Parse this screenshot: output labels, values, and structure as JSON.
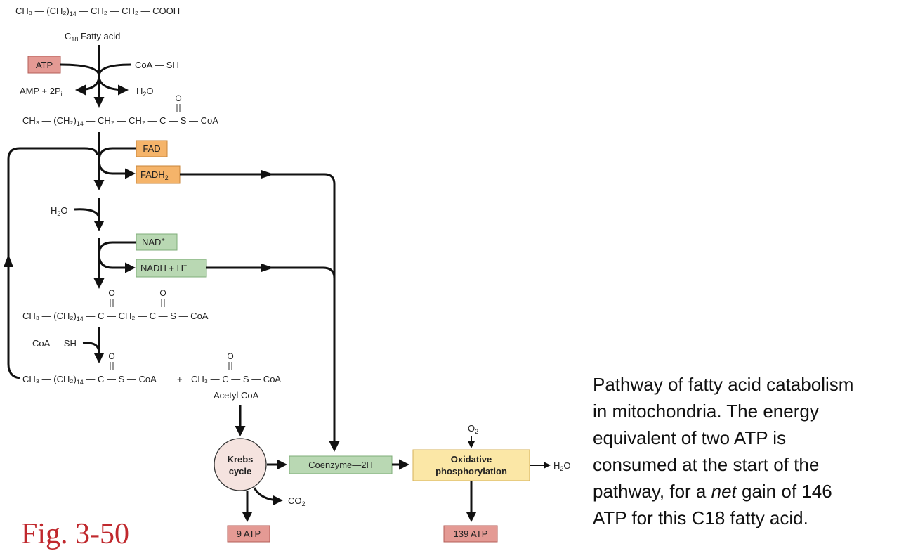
{
  "diagram": {
    "fatty_acid_formula": {
      "ch3": "CH₃ — (CH₂)",
      "n": "14",
      "tail": " — CH₂ — CH₂ — COOH"
    },
    "fatty_acid_label": {
      "c": "C",
      "sub": "18",
      "rest": " Fatty acid"
    },
    "atp_box": "ATP",
    "coa_sh_1": "CoA — SH",
    "amp_2pi": {
      "main": "AMP + 2P",
      "sub": "i"
    },
    "h2o_1": {
      "h": "H",
      "sub": "2",
      "o": "O"
    },
    "acyl_coa": {
      "a": "CH₃ — (CH₂)",
      "n": "14",
      "b": " — CH₂ — CH₂ — C — S — CoA"
    },
    "fad": "FAD",
    "fadh2": {
      "main": "FADH",
      "sub": "2"
    },
    "h2o_2": {
      "h": "H",
      "sub": "2",
      "o": "O"
    },
    "nad": {
      "main": "NAD",
      "sup": "+"
    },
    "nadh": {
      "main": "NADH + H",
      "sup": "+"
    },
    "ketoacyl": {
      "a": "CH₃ — (CH₂)",
      "n": "14",
      "b": " — C — CH₂ — C — S — CoA"
    },
    "coa_sh_2": "CoA — SH",
    "acyl_short": {
      "a": "CH₃ — (CH₂)",
      "n": "14",
      "b": " — C — S — CoA"
    },
    "plus": "+",
    "acetyl_coa_formula": "CH₃ — C — S — CoA",
    "acetyl_coa_label": "Acetyl CoA",
    "oxygen_atom": "O",
    "krebs": [
      "Krebs",
      "cycle"
    ],
    "co2": {
      "main": "CO",
      "sub": "2"
    },
    "coenzyme_2h": "Coenzyme—2H",
    "o2": {
      "main": "O",
      "sub": "2"
    },
    "oxphos": [
      "Oxidative",
      "phosphorylation"
    ],
    "h2o_out": {
      "h": "H",
      "sub": "2",
      "o": "O"
    },
    "atp_krebs": "9 ATP",
    "atp_oxphos": "139 ATP"
  },
  "caption": {
    "line1": "Pathway of fatty acid catabolism",
    "line2": "in mitochondria. The energy",
    "line3": "equivalent of two ATP is",
    "line4": "consumed at the start of the",
    "line5_pre": "pathway, for a ",
    "line5_em": "net",
    "line5_post": " gain of 146",
    "line6": "ATP for this C18 fatty acid."
  },
  "figure_label": "Fig. 3-50",
  "colors": {
    "atp_fill": "#e49a94",
    "fad_fill": "#f5b46a",
    "nad_fill": "#b9d8b3",
    "oxphos_fill": "#fbe7a6",
    "krebs_fill": "#f5e3df",
    "figure_label": "#c0282d"
  }
}
